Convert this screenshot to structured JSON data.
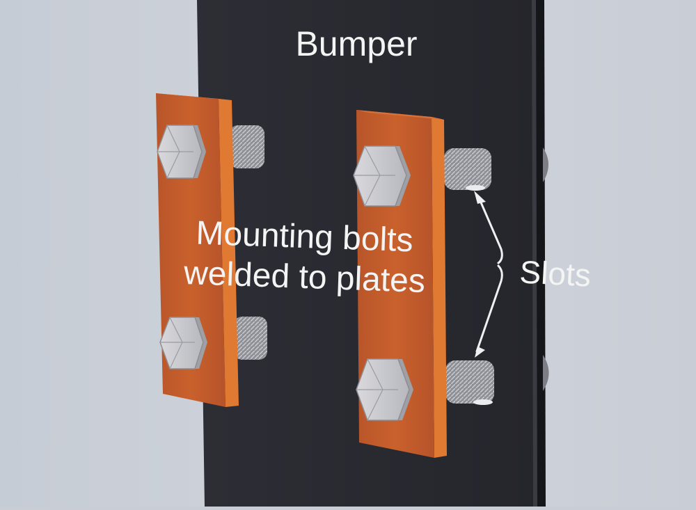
{
  "labels": {
    "bumper": "Bumper",
    "mounting_line1": "Mounting bolts",
    "mounting_line2": "welded to plates",
    "slots": "Slots"
  },
  "colors": {
    "background": "#c9ced6",
    "bumper_face": "#2a2b31",
    "plate": "#c9612c",
    "label_text": "#f4f4f4"
  }
}
